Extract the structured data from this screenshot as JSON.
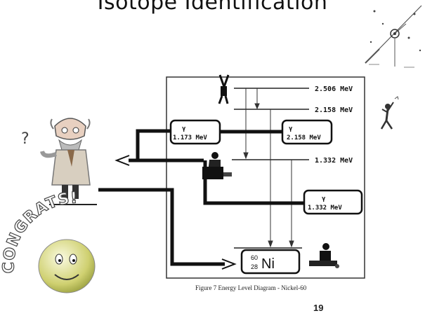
{
  "slide": {
    "title": "Isotope Identification",
    "page_number": "19"
  },
  "diagram": {
    "levels": [
      "2.506 MeV",
      "2.158 MeV",
      "1.332 MeV"
    ],
    "gamma_symbol": "γ",
    "gamma_boxes": [
      "1.173 MeV",
      "2.158 MeV",
      "1.332 MeV"
    ],
    "nucleus": {
      "mass": "60",
      "atomic": "28",
      "symbol": "Ni"
    },
    "caption": "Figure 7   Energy Level Diagram - Nickel-60"
  },
  "congrats": {
    "text": "CONGRATS!"
  }
}
